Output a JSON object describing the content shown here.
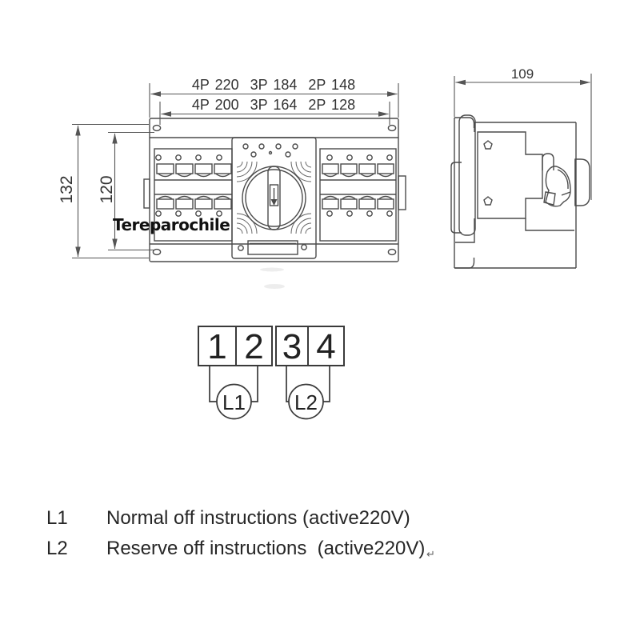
{
  "colors": {
    "line": "#4b4b4b",
    "dim_line": "#555555",
    "text": "#2b2b2b",
    "background": "#ffffff"
  },
  "watermark": {
    "text": "Tereparochile"
  },
  "front_view": {
    "description": "front dimension view of transfer switch",
    "dims": {
      "width_outer": "4P 220  3P 184  2P 148",
      "width_inner": "4P 200  3P 164  2P 128",
      "height_outer": "132",
      "height_inner": "120"
    }
  },
  "side_view": {
    "description": "side profile view",
    "dims": {
      "width": "109"
    }
  },
  "terminal_block": {
    "terminals": [
      "1",
      "2",
      "3",
      "4"
    ],
    "outputs": [
      "L1",
      "L2"
    ]
  },
  "legend": {
    "rows": [
      {
        "key": "L1",
        "text": "Normal off instructions (active220V)"
      },
      {
        "key": "L2",
        "text": "Reserve off instructions  (active220V)"
      }
    ],
    "return_mark": "↵"
  }
}
